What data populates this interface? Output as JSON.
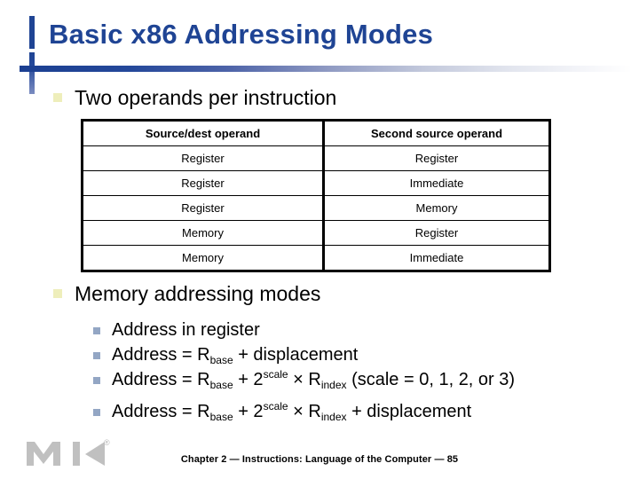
{
  "slide": {
    "title": "Basic x86 Addressing Modes",
    "title_color": "#1f4494",
    "bullet_marker_color": "#eeeebb",
    "sub_bullet_marker_color": "#93a6c4"
  },
  "bullets": [
    {
      "label": "Two operands per instruction"
    },
    {
      "label": "Memory addressing modes"
    }
  ],
  "operand_table": {
    "headers": [
      "Source/dest operand",
      "Second source operand"
    ],
    "rows": [
      [
        "Register",
        "Register"
      ],
      [
        "Register",
        "Immediate"
      ],
      [
        "Register",
        "Memory"
      ],
      [
        "Memory",
        "Register"
      ],
      [
        "Memory",
        "Immediate"
      ]
    ]
  },
  "addressing_modes": [
    {
      "parts": [
        {
          "type": "text",
          "value": "Address in register"
        }
      ]
    },
    {
      "parts": [
        {
          "type": "text",
          "value": "Address = R"
        },
        {
          "type": "sub",
          "value": "base"
        },
        {
          "type": "text",
          "value": " + displacement"
        }
      ]
    },
    {
      "parts": [
        {
          "type": "text",
          "value": "Address = R"
        },
        {
          "type": "sub",
          "value": "base"
        },
        {
          "type": "text",
          "value": " + 2"
        },
        {
          "type": "sup",
          "value": "scale"
        },
        {
          "type": "text",
          "value": " × R"
        },
        {
          "type": "sub",
          "value": "index"
        },
        {
          "type": "text",
          "value": " (scale = 0, 1, 2, or 3)"
        }
      ]
    },
    {
      "parts": [
        {
          "type": "text",
          "value": "Address =  R"
        },
        {
          "type": "sub",
          "value": "base"
        },
        {
          "type": "text",
          "value": " + 2"
        },
        {
          "type": "sup",
          "value": "scale"
        },
        {
          "type": "text",
          "value": " × R"
        },
        {
          "type": "sub",
          "value": "index"
        },
        {
          "type": "text",
          "value": " + displacement"
        }
      ]
    }
  ],
  "footer": {
    "text": "Chapter 2 — Instructions: Language of the Computer — 85"
  },
  "logo": {
    "name": "morgan-kaufmann-logo",
    "registered_mark": "®",
    "color": "#c0c0c0"
  }
}
